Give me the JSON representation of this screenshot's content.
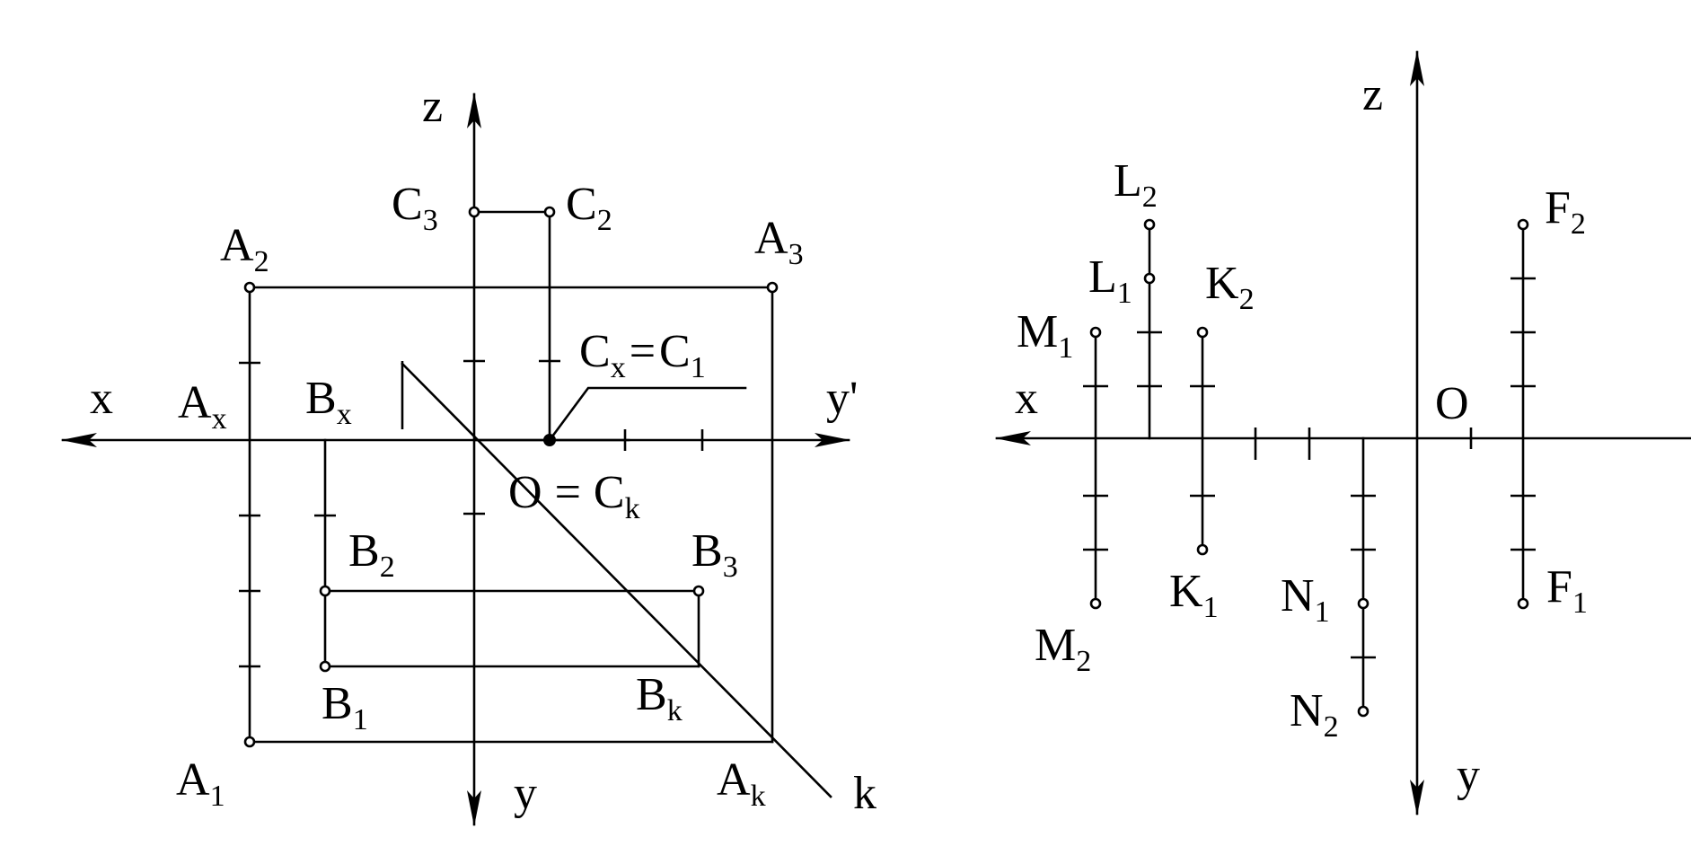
{
  "left": {
    "axes": {
      "x": "x",
      "y_prime": "y'",
      "z": "z",
      "y": "y",
      "k": "k"
    },
    "eq": "=",
    "points": {
      "A": {
        "base": "A",
        "s1": "1",
        "s2": "2",
        "s3": "3",
        "sx": "x",
        "sk": "k"
      },
      "B": {
        "base": "B",
        "s1": "1",
        "s2": "2",
        "s3": "3",
        "sx": "x",
        "sk": "k"
      },
      "C": {
        "base": "C",
        "s1": "1",
        "s2": "2",
        "s3": "3",
        "sx": "x",
        "sk": "k"
      },
      "O": "O"
    }
  },
  "right": {
    "axes": {
      "x": "x",
      "z": "z",
      "y": "y",
      "O": "O"
    },
    "points": {
      "L": {
        "base": "L",
        "s1": "1",
        "s2": "2"
      },
      "K": {
        "base": "K",
        "s1": "1",
        "s2": "2"
      },
      "M": {
        "base": "M",
        "s1": "1",
        "s2": "2"
      },
      "N": {
        "base": "N",
        "s1": "1",
        "s2": "2"
      },
      "F": {
        "base": "F",
        "s1": "1",
        "s2": "2"
      }
    }
  }
}
